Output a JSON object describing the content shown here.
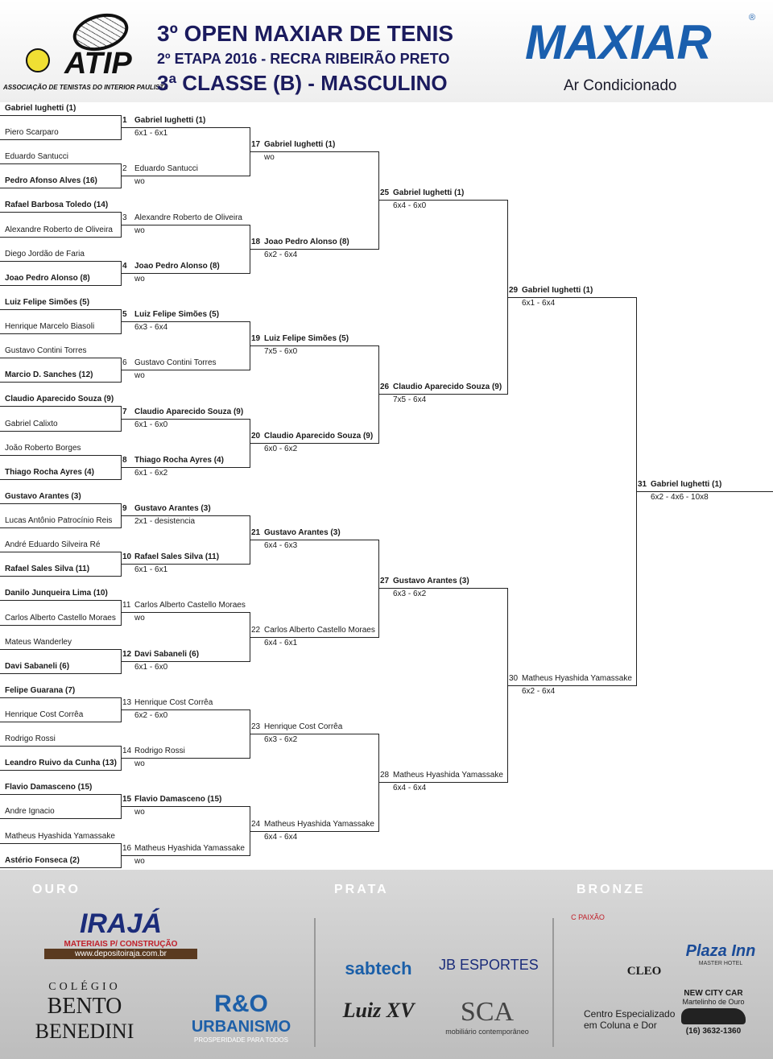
{
  "header": {
    "title1": "3º OPEN MAXIAR DE TENIS",
    "title2": "2º ETAPA 2016 - RECRA RIBEIRÃO PRETO",
    "title3": "3ª CLASSE (B) - MASCULINO",
    "atip_logo": "ATIP",
    "atip_subtitle": "ASSOCIAÇÃO DE TENISTAS DO INTERIOR PAULISTA",
    "sponsor_logo": "MAXIAR",
    "sponsor_registered": "®",
    "sponsor_tagline": "Ar Condicionado"
  },
  "bracket": {
    "round1_players": [
      {
        "name": "Gabriel Iughetti (1)",
        "bold": true
      },
      {
        "name": "Piero Scarparo",
        "bold": false
      },
      {
        "name": "Eduardo Santucci",
        "bold": false
      },
      {
        "name": "Pedro Afonso Alves (16)",
        "bold": true
      },
      {
        "name": "Rafael Barbosa Toledo (14)",
        "bold": true
      },
      {
        "name": "Alexandre Roberto de Oliveira",
        "bold": false
      },
      {
        "name": "Diego Jordão de Faria",
        "bold": false
      },
      {
        "name": "Joao Pedro Alonso (8)",
        "bold": true
      },
      {
        "name": "Luiz Felipe Simões (5)",
        "bold": true
      },
      {
        "name": "Henrique Marcelo Biasoli",
        "bold": false
      },
      {
        "name": "Gustavo Contini Torres",
        "bold": false
      },
      {
        "name": "Marcio D. Sanches (12)",
        "bold": true
      },
      {
        "name": "Claudio Aparecido Souza (9)",
        "bold": true
      },
      {
        "name": "Gabriel Calixto",
        "bold": false
      },
      {
        "name": "João Roberto Borges",
        "bold": false
      },
      {
        "name": "Thiago Rocha Ayres (4)",
        "bold": true
      },
      {
        "name": "Gustavo Arantes (3)",
        "bold": true
      },
      {
        "name": "Lucas Antônio Patrocínio Reis",
        "bold": false
      },
      {
        "name": "André Eduardo Silveira Ré",
        "bold": false
      },
      {
        "name": "Rafael Sales Silva (11)",
        "bold": true
      },
      {
        "name": "Danilo Junqueira Lima (10)",
        "bold": true
      },
      {
        "name": "Carlos Alberto Castello Moraes",
        "bold": false
      },
      {
        "name": "Mateus Wanderley",
        "bold": false
      },
      {
        "name": "Davi Sabaneli (6)",
        "bold": true
      },
      {
        "name": "Felipe Guarana (7)",
        "bold": true
      },
      {
        "name": "Henrique Cost Corrêa",
        "bold": false
      },
      {
        "name": "Rodrigo Rossi",
        "bold": false
      },
      {
        "name": "Leandro Ruivo da Cunha (13)",
        "bold": true
      },
      {
        "name": "Flavio Damasceno (15)",
        "bold": true
      },
      {
        "name": "Andre Ignacio",
        "bold": false
      },
      {
        "name": "Matheus Hyashida Yamassake",
        "bold": false
      },
      {
        "name": "Astério Fonseca (2)",
        "bold": true
      }
    ],
    "matches": [
      {
        "num": "1",
        "winner": "Gabriel Iughetti (1)",
        "score": "6x1 - 6x1",
        "bold": true
      },
      {
        "num": "2",
        "winner": "Eduardo Santucci",
        "score": "wo",
        "bold": false
      },
      {
        "num": "3",
        "winner": "Alexandre Roberto de Oliveira",
        "score": "wo",
        "bold": false
      },
      {
        "num": "4",
        "winner": "Joao Pedro Alonso (8)",
        "score": "wo",
        "bold": true
      },
      {
        "num": "5",
        "winner": "Luiz Felipe Simões (5)",
        "score": "6x3 - 6x4",
        "bold": true
      },
      {
        "num": "6",
        "winner": "Gustavo Contini Torres",
        "score": "wo",
        "bold": false
      },
      {
        "num": "7",
        "winner": "Claudio Aparecido Souza (9)",
        "score": "6x1 - 6x0",
        "bold": true
      },
      {
        "num": "8",
        "winner": "Thiago Rocha Ayres (4)",
        "score": "6x1 - 6x2",
        "bold": true
      },
      {
        "num": "9",
        "winner": "Gustavo Arantes (3)",
        "score": "2x1 - desistencia",
        "bold": true
      },
      {
        "num": "10",
        "winner": "Rafael Sales Silva (11)",
        "score": "6x1 - 6x1",
        "bold": true
      },
      {
        "num": "11",
        "winner": "Carlos Alberto Castello Moraes",
        "score": "wo",
        "bold": false
      },
      {
        "num": "12",
        "winner": "Davi Sabaneli (6)",
        "score": "6x1 - 6x0",
        "bold": true
      },
      {
        "num": "13",
        "winner": "Henrique Cost Corrêa",
        "score": "6x2 - 6x0",
        "bold": false
      },
      {
        "num": "14",
        "winner": "Rodrigo Rossi",
        "score": "wo",
        "bold": false
      },
      {
        "num": "15",
        "winner": "Flavio Damasceno (15)",
        "score": "wo",
        "bold": true
      },
      {
        "num": "16",
        "winner": "Matheus Hyashida Yamassake",
        "score": "wo",
        "bold": false
      },
      {
        "num": "17",
        "winner": "Gabriel Iughetti (1)",
        "score": "wo",
        "bold": true
      },
      {
        "num": "18",
        "winner": "Joao Pedro Alonso (8)",
        "score": "6x2 - 6x4",
        "bold": true
      },
      {
        "num": "19",
        "winner": "Luiz Felipe Simões (5)",
        "score": "7x5 - 6x0",
        "bold": true
      },
      {
        "num": "20",
        "winner": "Claudio Aparecido Souza (9)",
        "score": "6x0 - 6x2",
        "bold": true
      },
      {
        "num": "21",
        "winner": "Gustavo Arantes (3)",
        "score": "6x4 - 6x3",
        "bold": true
      },
      {
        "num": "22",
        "winner": "Carlos Alberto Castello Moraes",
        "score": "6x4 - 6x1",
        "bold": false
      },
      {
        "num": "23",
        "winner": "Henrique Cost Corrêa",
        "score": "6x3 - 6x2",
        "bold": false
      },
      {
        "num": "24",
        "winner": "Matheus Hyashida Yamassake",
        "score": "6x4 - 6x4",
        "bold": false
      },
      {
        "num": "25",
        "winner": "Gabriel Iughetti (1)",
        "score": "6x4 - 6x0",
        "bold": true
      },
      {
        "num": "26",
        "winner": "Claudio Aparecido Souza (9)",
        "score": "7x5 - 6x4",
        "bold": true
      },
      {
        "num": "27",
        "winner": "Gustavo Arantes (3)",
        "score": "6x3 - 6x2",
        "bold": true
      },
      {
        "num": "28",
        "winner": "Matheus Hyashida Yamassake",
        "score": "6x4 - 6x4",
        "bold": false
      },
      {
        "num": "29",
        "winner": "Gabriel Iughetti (1)",
        "score": "6x1 - 6x4",
        "bold": true
      },
      {
        "num": "30",
        "winner": "Matheus Hyashida Yamassake",
        "score": "6x2 - 6x4",
        "bold": false
      },
      {
        "num": "31",
        "winner": "Gabriel Iughetti (1)",
        "score": "6x2 - 4x6 - 10x8",
        "bold": true
      }
    ]
  },
  "sponsors": {
    "ouro": "OURO",
    "prata": "PRATA",
    "bronze": "BRONZE",
    "iraja": {
      "name": "IRAJÁ",
      "sub": "MATERIAIS P/ CONSTRUÇÃO",
      "site": "www.depositoiraja.com.br"
    },
    "colegio": {
      "l1": "COLÉGIO",
      "l2": "BENTO",
      "l3": "BENEDINI"
    },
    "ro": {
      "l1": "R&O",
      "l2": "URBANISMO",
      "l3": "PROSPERIDADE PARA TODOS"
    },
    "sabtech": "sabtech",
    "jb": "JB ESPORTES",
    "luiz": "Luiz XV",
    "sca": {
      "name": "SCA",
      "sub": "mobiliário contemporâneo"
    },
    "copaixao": "C PAIXÃO",
    "cleo": "CLEO",
    "plaza": {
      "name": "Plaza Inn",
      "sub": "MASTER HOTEL"
    },
    "centro": {
      "l1": "Centro Especializado",
      "l2": "em Coluna e Dor"
    },
    "newcity": {
      "l1": "NEW CITY CAR",
      "l2": "Martelinho de Ouro",
      "l3": "(16) 3632-1360"
    }
  },
  "colors": {
    "title": "#1b1b5e",
    "maxiar": "#1a5fae",
    "lines": "#222222",
    "sponsor_bg": "#cccccc"
  }
}
